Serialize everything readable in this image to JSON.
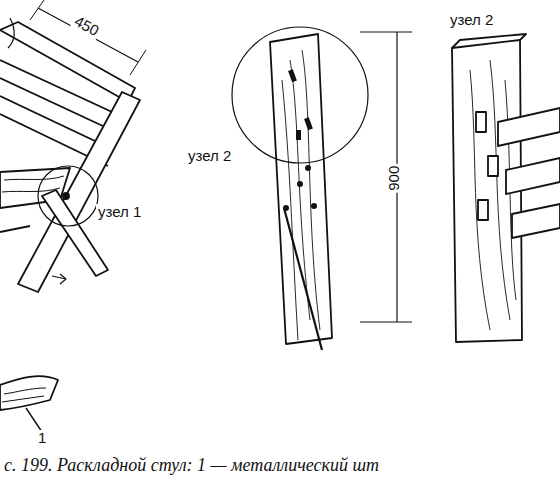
{
  "diagram": {
    "caption": "с. 199. Раскладной стул: 1 — металлический шт",
    "labels": [
      "450",
      "узел 1",
      "узел 2",
      "900",
      "узел 2",
      "1"
    ]
  }
}
